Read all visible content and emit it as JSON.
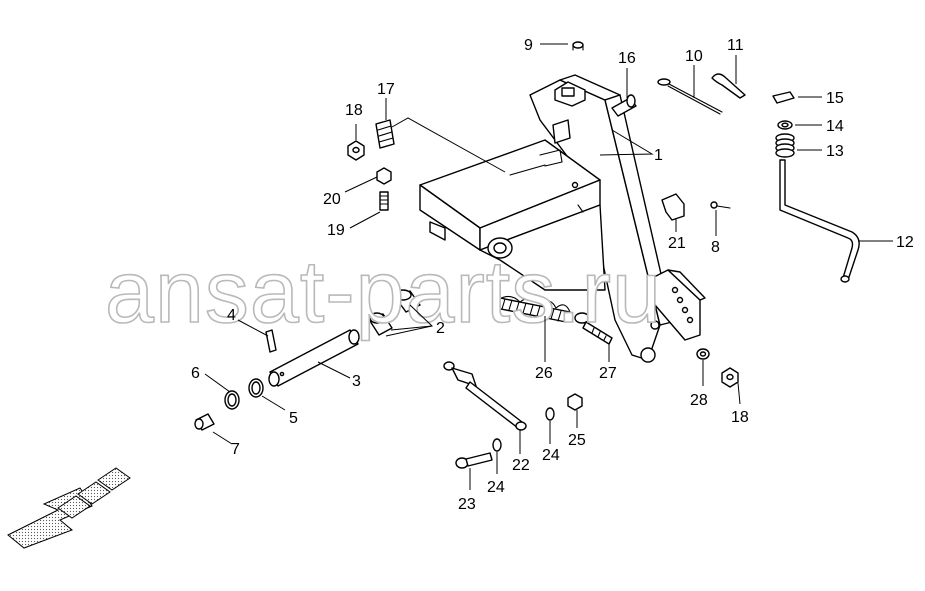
{
  "watermark": "ansat-parts.ru",
  "callouts": {
    "n1": "1",
    "n2": "2",
    "n3": "3",
    "n4": "4",
    "n5": "5",
    "n6": "6",
    "n7": "7",
    "n8": "8",
    "n9": "9",
    "n10": "10",
    "n11": "11",
    "n12": "12",
    "n13": "13",
    "n14": "14",
    "n15": "15",
    "n16": "16",
    "n17": "17",
    "n18a": "18",
    "n18b": "18",
    "n19": "19",
    "n20": "20",
    "n21": "21",
    "n22": "22",
    "n23": "23",
    "n24a": "24",
    "n24b": "24",
    "n25": "25",
    "n26": "26",
    "n27": "27",
    "n28": "28"
  },
  "colors": {
    "line": "#000000",
    "background": "#ffffff",
    "watermark": "#b9b9b9"
  },
  "icons": {
    "direction": "direction-arrow-icon"
  }
}
